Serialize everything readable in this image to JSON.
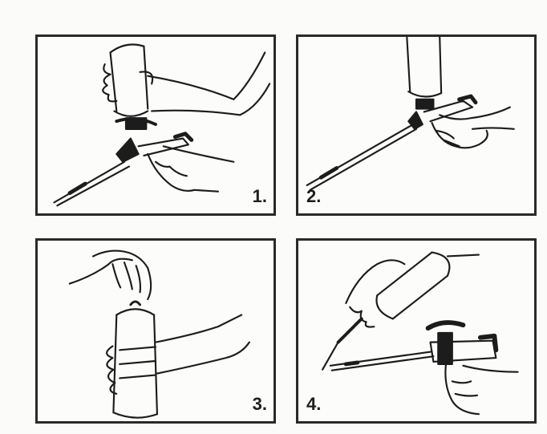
{
  "steps": [
    {
      "number": "1.",
      "icon": "foam-can-screw-onto-gun-icon"
    },
    {
      "number": "2.",
      "icon": "foam-gun-with-can-mounted-icon"
    },
    {
      "number": "3.",
      "icon": "shake-foam-can-icon"
    },
    {
      "number": "4.",
      "icon": "clean-gun-nozzle-with-cleaner-icon"
    }
  ]
}
